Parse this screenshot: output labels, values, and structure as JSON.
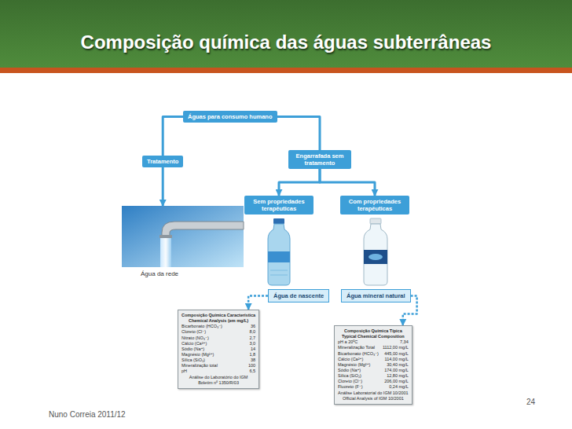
{
  "diagram": {
    "title": "Composição química das águas subterrâneas",
    "nodes": [
      {
        "text": [
          "Águas para consumo humano"
        ]
      },
      {
        "text": [
          "Tratamento"
        ]
      },
      {
        "text": [
          "Engarrafada sem tratamento"
        ]
      },
      {
        "text": [
          "Sem propriedades terapêuticas"
        ]
      },
      {
        "text": [
          "Com propriedades terapêuticas"
        ]
      },
      {
        "text": [
          "Água da rede"
        ]
      },
      {
        "text": [
          "Água de nascente"
        ]
      },
      {
        "text": [
          "Água mineral natural"
        ]
      },
      {
        "text": [
          "Composição Química Característica",
          "Chemical Analysis (em mg/L)",
          "Bicarbonato (HCO₃⁻)",
          "36",
          "Cloreto (Cl⁻)",
          "8,0",
          "Nitrato (NO₃⁻)",
          "2,7",
          "Cálcio (Ca²⁺)",
          "3,0",
          "Sódio (Na⁺)",
          "14",
          "Magnésio (Mg²⁺)",
          "1,8",
          "Sílica (SiO₂)",
          "38",
          "Mineralização total",
          "100",
          "pH",
          "6,5",
          "Análise do Laboratório do IGM",
          "Boletim nº 1350/R/03"
        ]
      },
      {
        "text": [
          "Composição Química Típica",
          "Typical Chemical Composition",
          "pH a 20ºC",
          "7,34",
          "Mineralização Total",
          "1112,00 mg/L",
          "Bicarbonato (HCO₃⁻)",
          "445,00 mg/L",
          "Cálcio (Ca²⁺)",
          "114,00 mg/L",
          "Magnésio (Mg²⁺)",
          "30,40 mg/L",
          "Sódio (Na⁺)",
          "174,00 mg/L",
          "Sílica (SiO₂)",
          "12,80 mg/L",
          "Cloreto (Cl⁻)",
          "206,00 mg/L",
          "Fluoreto (F⁻)",
          "0,24 mg/L",
          "Análise Laboratorial do IGM 10/2001",
          "Official Analysis of IGM 10/2001"
        ]
      }
    ],
    "edges": [
      {
        "from": 0,
        "to": 1,
        "arrow": "none"
      },
      {
        "from": 0,
        "to": 2,
        "arrow": "none"
      },
      {
        "from": 1,
        "to": 5,
        "arrow": "to"
      },
      {
        "from": 2,
        "to": 3,
        "arrow": "to"
      },
      {
        "from": 2,
        "to": 4,
        "arrow": "to"
      },
      {
        "from": 6,
        "to": 8,
        "arrow": "to"
      },
      {
        "from": 7,
        "to": 9,
        "arrow": "to"
      }
    ],
    "labels": [
      "Nuno Correia 2011/12",
      "24"
    ]
  }
}
